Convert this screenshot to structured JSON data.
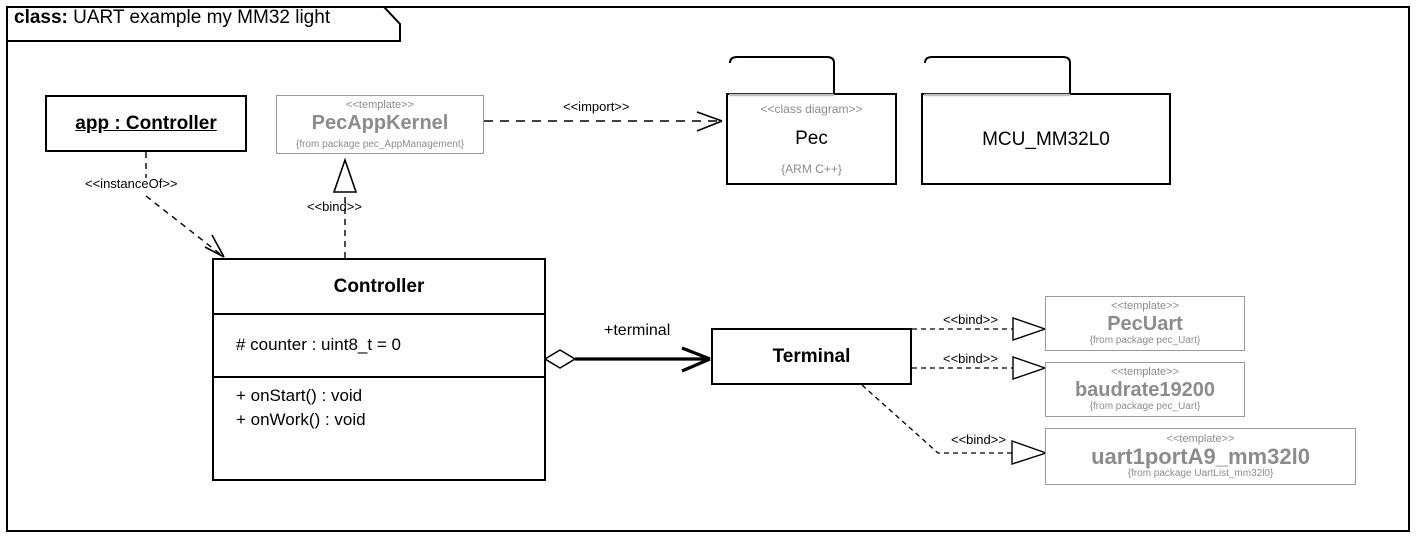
{
  "frame": {
    "title_keyword": "class:",
    "title_text": "UART example my MM32 light"
  },
  "nodes": {
    "app_object": {
      "name": "app : Controller"
    },
    "pec_app_kernel": {
      "stereotype": "<<template>>",
      "name": "PecAppKernel",
      "from": "{from package pec_AppManagement}"
    },
    "pec_package": {
      "stereotype": "<<class diagram>>",
      "name": "Pec",
      "property": "{ARM C++}"
    },
    "mcu_package": {
      "name": "MCU_MM32L0"
    },
    "controller_class": {
      "name": "Controller",
      "attributes": [
        "# counter : uint8_t = 0"
      ],
      "operations": [
        "+ onStart() : void",
        "+ onWork() : void"
      ]
    },
    "terminal_class": {
      "name": "Terminal"
    },
    "pec_uart": {
      "stereotype": "<<template>>",
      "name": "PecUart",
      "from": "{from package pec_Uart}"
    },
    "baudrate": {
      "stereotype": "<<template>>",
      "name": "baudrate19200",
      "from": "{from package pec_Uart}"
    },
    "uart1port": {
      "stereotype": "<<template>>",
      "name": "uart1portA9_mm32l0",
      "from": "{from package UartList_mm32l0}"
    }
  },
  "edges": {
    "instance_of": "<<instanceOf>>",
    "bind_kernel": "<<bind>>",
    "import": "<<import>>",
    "terminal_role": "+terminal",
    "bind_pecuart": "<<bind>>",
    "bind_baudrate": "<<bind>>",
    "bind_uart1port": "<<bind>>"
  },
  "colors": {
    "stroke": "#000000",
    "template_gray": "#8c8c8c",
    "template_border": "#9a9a9a",
    "package_divider": "#c0c0c0",
    "background": "#ffffff"
  }
}
